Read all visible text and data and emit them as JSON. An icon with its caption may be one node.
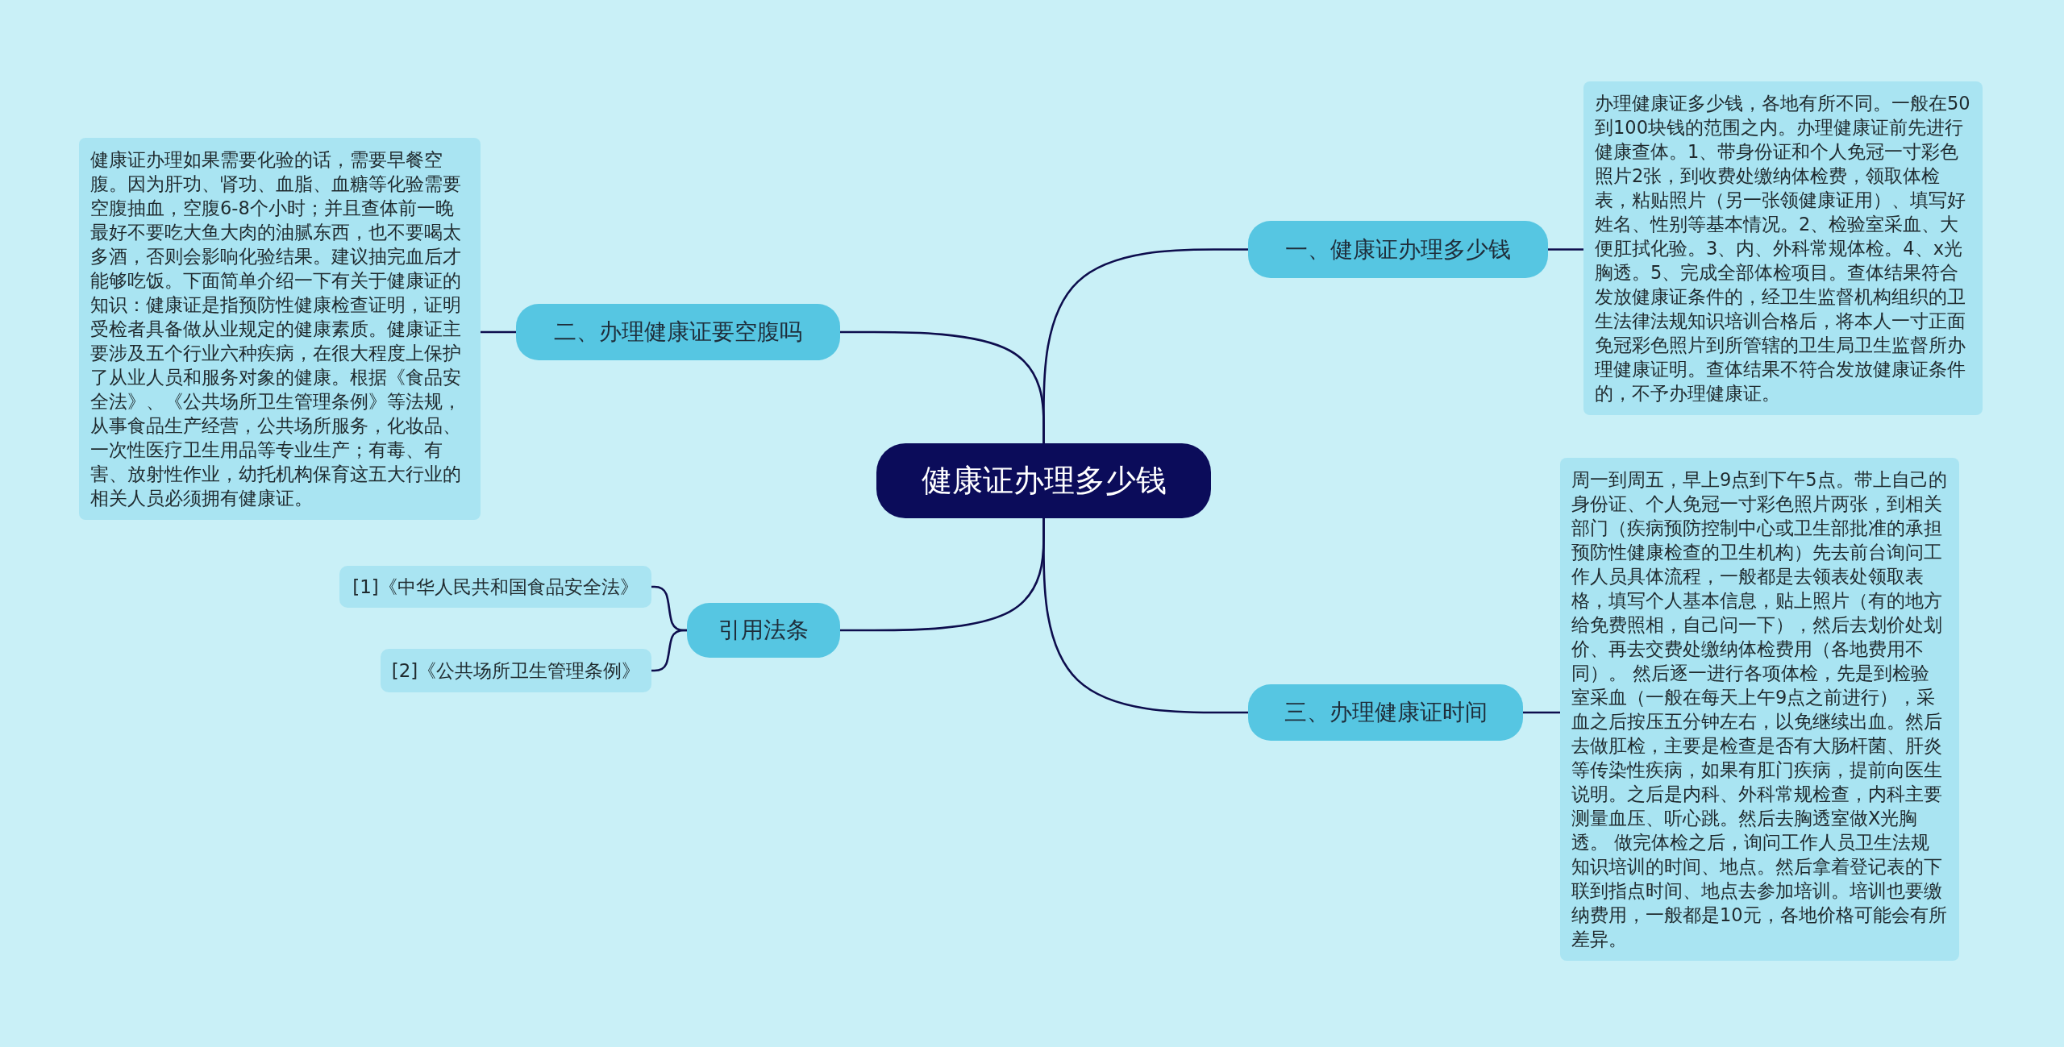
{
  "diagram": {
    "nodes": [
      {
        "text": [
          "健康证办理多少钱"
        ]
      },
      {
        "text": [
          "一、健康证办理多少钱"
        ]
      },
      {
        "text": [
          "办理健康证多少钱，各地有所不同。一般在50到100块钱的范围之内。办理健康证前先进行健康查体。1、带身份证和个人免冠一寸彩色照片2张，到收费处缴纳体检费，领取体检表，粘贴照片（另一张领健康证用）、填写好姓名、性别等基本情况。2、检验室采血、大便肛拭化验。3、内、外科常规体检。4、x光胸透。5、完成全部体检项目。查体结果符合发放健康证条件的，经卫生监督机构组织的卫生法律法规知识培训合格后，将本人一寸正面免冠彩色照片到所管辖的卫生局卫生监督所办理健康证明。查体结果不符合发放健康证条件的，不予办理健康证。"
        ]
      },
      {
        "text": [
          "二、办理健康证要空腹吗"
        ]
      },
      {
        "text": [
          "健康证办理如果需要化验的话，需要早餐空腹。因为肝功、肾功、血脂、血糖等化验需要空腹抽血，空腹6-8个小时；并且查体前一晚最好不要吃大鱼大肉的油腻东西，也不要喝太多酒，否则会影响化验结果。建议抽完血后才能够吃饭。下面简单介绍一下有关于健康证的知识：健康证是指预防性健康检查证明，证明受检者具备做从业规定的健康素质。健康证主要涉及五个行业六种疾病，在很大程度上保护了从业人员和服务对象的健康。根据《食品安全法》、《公共场所卫生管理条例》等法规，从事食品生产经营，公共场所服务，化妆品、一次性医疗卫生用品等专业生产；有毒、有害、放射性作业，幼托机构保育这五大行业的相关人员必须拥有健康证。"
        ]
      },
      {
        "text": [
          "引用法条"
        ]
      },
      {
        "text": [
          "[1]《中华人民共和国食品安全法》"
        ]
      },
      {
        "text": [
          "[2]《公共场所卫生管理条例》"
        ]
      },
      {
        "text": [
          "三、办理健康证时间"
        ]
      },
      {
        "text": [
          "周一到周五，早上9点到下午5点。带上自己的身份证、个人免冠一寸彩色照片两张，到相关部门（疾病预防控制中心或卫生部批准的承担预防性健康检查的卫生机构）先去前台询问工作人员具体流程，一般都是去领表处领取表格，填写个人基本信息，贴上照片（有的地方给免费照相，自己问一下），然后去划价处划价、再去交费处缴纳体检费用（各地费用不同）。 然后逐一进行各项体检，先是到检验室采血（一般在每天上午9点之前进行），采血之后按压五分钟左右，以免继续出血。然后去做肛检，主要是检查是否有大肠杆菌、肝炎等传染性疾病，如果有肛门疾病，提前向医生说明。之后是内科、外科常规检查，内科主要测量血压、听心跳。然后去胸透室做X光胸透。 做完体检之后，询问工作人员卫生法规知识培训的时间、地点。然后拿着登记表的下联到指点时间、地点去参加培训。培训也要缴纳费用，一般都是10元，各地价格可能会有所差异。"
        ]
      }
    ],
    "edges": [
      {
        "from": 0,
        "to": 1,
        "arrow": "none"
      },
      {
        "from": 1,
        "to": 2,
        "arrow": "none"
      },
      {
        "from": 0,
        "to": 3,
        "arrow": "none"
      },
      {
        "from": 3,
        "to": 4,
        "arrow": "none"
      },
      {
        "from": 0,
        "to": 5,
        "arrow": "none"
      },
      {
        "from": 5,
        "to": 6,
        "arrow": "none"
      },
      {
        "from": 5,
        "to": 7,
        "arrow": "none"
      },
      {
        "from": 0,
        "to": 8,
        "arrow": "none"
      },
      {
        "from": 8,
        "to": 9,
        "arrow": "none"
      }
    ]
  }
}
